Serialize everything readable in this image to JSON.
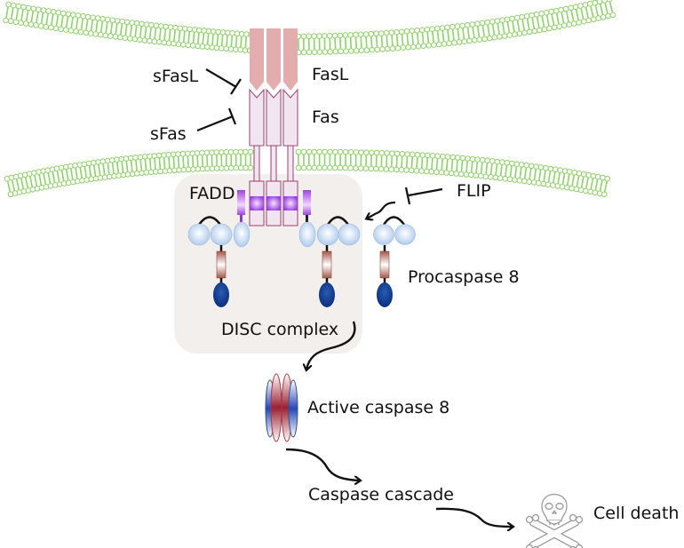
{
  "labels": {
    "sfasl": "sFasL",
    "sfas": "sFas",
    "fasl": "FasL",
    "fas": "Fas",
    "fadd": "FADD",
    "flip": "FLIP",
    "procaspase8": "Procaspase 8",
    "disc_complex": "DISC complex",
    "active_caspase8": "Active caspase 8",
    "caspase_cascade": "Caspase cascade",
    "cell_death": "Cell death"
  },
  "colors": {
    "membrane": "#8fd16a",
    "fasl_fill": "#e4adad",
    "fas_fill": "#f1e6f0",
    "fas_stroke": "#a3507a",
    "death_domain": "#a64fe0",
    "disc_bg": "#f2efec",
    "ded_light": "#b9d3ef",
    "prodomain": "#a3574b",
    "catalytic": "#123f93",
    "arrow": "#111111",
    "skull": "#9a9a9a"
  },
  "icons": {
    "cell_death": "skull-crossbones-icon"
  }
}
